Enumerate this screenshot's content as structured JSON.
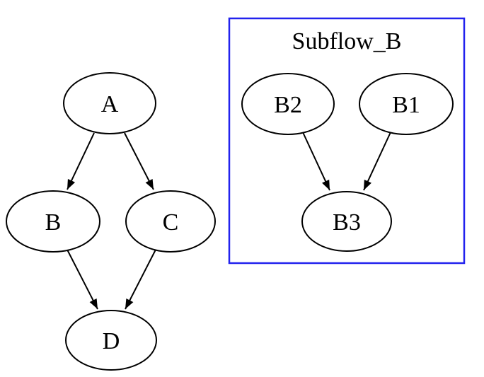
{
  "diagram": {
    "type": "directed-graph",
    "background_color": "#ffffff",
    "node_fill_color": "#ffffff",
    "node_stroke_color": "#000000",
    "edge_color": "#000000",
    "text_color": "#000000",
    "nodes": {
      "A": {
        "label": "A"
      },
      "B": {
        "label": "B"
      },
      "C": {
        "label": "C"
      },
      "D": {
        "label": "D"
      },
      "B2": {
        "label": "B2"
      },
      "B1": {
        "label": "B1"
      },
      "B3": {
        "label": "B3"
      }
    },
    "edges": [
      {
        "from": "A",
        "to": "B"
      },
      {
        "from": "A",
        "to": "C"
      },
      {
        "from": "B",
        "to": "D"
      },
      {
        "from": "C",
        "to": "D"
      },
      {
        "from": "B2",
        "to": "B3"
      },
      {
        "from": "B1",
        "to": "B3"
      }
    ],
    "cluster": {
      "label": "Subflow_B",
      "border_color": "#2222ee",
      "members": [
        "B2",
        "B1",
        "B3"
      ]
    }
  }
}
